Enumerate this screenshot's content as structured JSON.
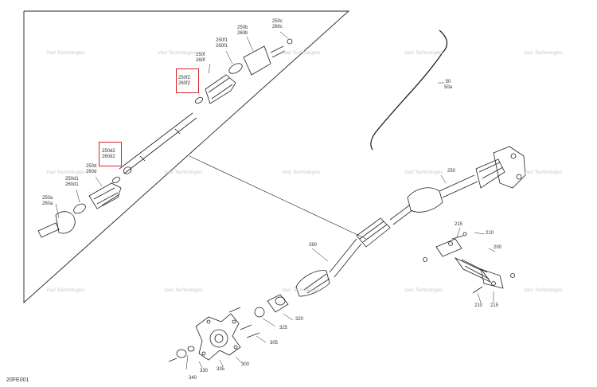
{
  "figure_id": "20FE001",
  "watermark": "Vast Technologies",
  "highlight_color": "#d9252a",
  "labels": {
    "l250c": "250c",
    "l260c": "260c",
    "l250b": "250b",
    "l260b": "260b",
    "l250f1": "250f1",
    "l260f1": "260f1",
    "l250f": "250f",
    "l260f": "260f",
    "l250f2": "250f2",
    "l260f2": "260f2",
    "l250d2": "250d2",
    "l260d2": "260d2",
    "l250d": "250d",
    "l260d": "260d",
    "l250d1": "250d1",
    "l260d1": "260d1",
    "l250a": "250a",
    "l260a": "260a",
    "l50": "50",
    "l50a": "50a",
    "l250": "250",
    "l260": "260",
    "l215a": "215",
    "l210a": "210",
    "l200": "200",
    "l210b": "210",
    "l215b": "215",
    "l320": "320",
    "l325": "325",
    "l305": "305",
    "l340": "340",
    "l330": "330",
    "l335": "335",
    "l300": "300"
  }
}
